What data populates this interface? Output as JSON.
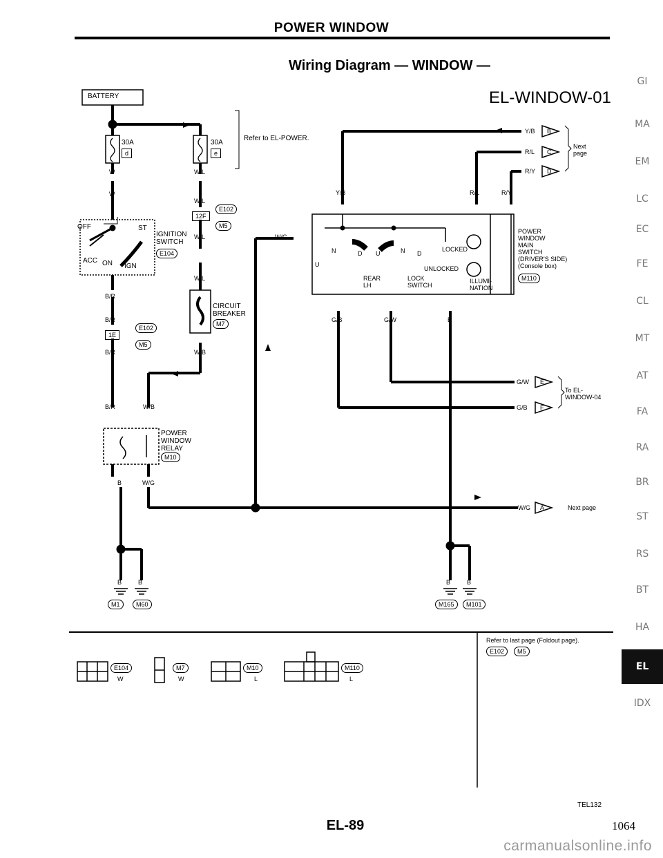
{
  "header": {
    "title": "POWER WINDOW",
    "subtitle": "Wiring Diagram — WINDOW —",
    "diagram_code": "EL-WINDOW-01"
  },
  "battery": {
    "label": "BATTERY"
  },
  "fuses": [
    {
      "rating": "30A",
      "id": "d"
    },
    {
      "rating": "30A",
      "id": "e"
    }
  ],
  "refer_power": "Refer to EL-POWER.",
  "wires": {
    "w1": "W",
    "w2": "W",
    "wl1": "W/L",
    "wl2": "W/L",
    "wl3": "W/L",
    "wl4": "W/L",
    "br1": "B/R",
    "br2": "B/R",
    "br3": "B/R",
    "br4": "B/R",
    "wb1": "W/B",
    "wb2": "W/B",
    "b1": "B",
    "wg1": "W/G",
    "yb": "Y/B",
    "rl": "R/L",
    "ry": "R/Y",
    "wg2": "W/G",
    "gb": "G/B",
    "gw": "G/W",
    "b2": "B",
    "gnd_b1": "B",
    "gnd_b2": "B",
    "gnd_b3": "B",
    "gnd_b4": "B"
  },
  "connectors": {
    "e102": "E102",
    "m5": "M5",
    "e104": "E104",
    "m7": "M7",
    "m10": "M10",
    "m110": "M110",
    "m1": "M1",
    "m60": "M60",
    "m165": "M165",
    "m101": "M101",
    "c12f": "12F",
    "c1e": "1E"
  },
  "components": {
    "ignition": "IGNITION\nSWITCH",
    "ign_off": "OFF",
    "ign_st": "ST",
    "ign_acc": "ACC",
    "ign_on": "ON",
    "ign_ign": "IGN",
    "breaker": "CIRCUIT\nBREAKER",
    "relay": "POWER\nWINDOW\nRELAY",
    "main_switch": "POWER\nWINDOW\nMAIN\nSWITCH\n(DRIVER'S SIDE)\n(Console box)",
    "locked": "LOCKED",
    "unlocked": "UNLOCKED",
    "lock_switch": "LOCK\nSWITCH",
    "rear_lh": "REAR\nLH",
    "illumination": "ILLUMI-\nNATION",
    "u1": "U",
    "n1": "N",
    "d1": "D",
    "u2": "U",
    "n2": "N",
    "d2": "D"
  },
  "offpage": [
    {
      "id": "B",
      "wire": "Y/B"
    },
    {
      "id": "C",
      "wire": "R/L"
    },
    {
      "id": "D",
      "wire": "R/Y"
    },
    {
      "id": "E",
      "wire": "G/W"
    },
    {
      "id": "F",
      "wire": "G/B"
    },
    {
      "id": "A",
      "wire": "W/G"
    }
  ],
  "next_page": "Next\npage",
  "to_window04": "To EL-\nWINDOW-04",
  "next_page2": "Next page",
  "footer_ref": "Refer to last page (Foldout page).",
  "footer_ref_conn": [
    "E102",
    "M5"
  ],
  "connector_views": [
    {
      "id": "E104",
      "color": "W"
    },
    {
      "id": "M7",
      "color": "W"
    },
    {
      "id": "M10",
      "color": "L"
    },
    {
      "id": "M110",
      "color": "L"
    }
  ],
  "side_tabs": [
    "GI",
    "MA",
    "EM",
    "LC",
    "EC",
    "FE",
    "CL",
    "MT",
    "AT",
    "FA",
    "RA",
    "BR",
    "ST",
    "RS",
    "BT",
    "HA",
    "EL",
    "IDX"
  ],
  "tel_code": "TEL132",
  "page_label": "EL-89",
  "page_number": "1064",
  "watermark": "carmanualsonline.info"
}
